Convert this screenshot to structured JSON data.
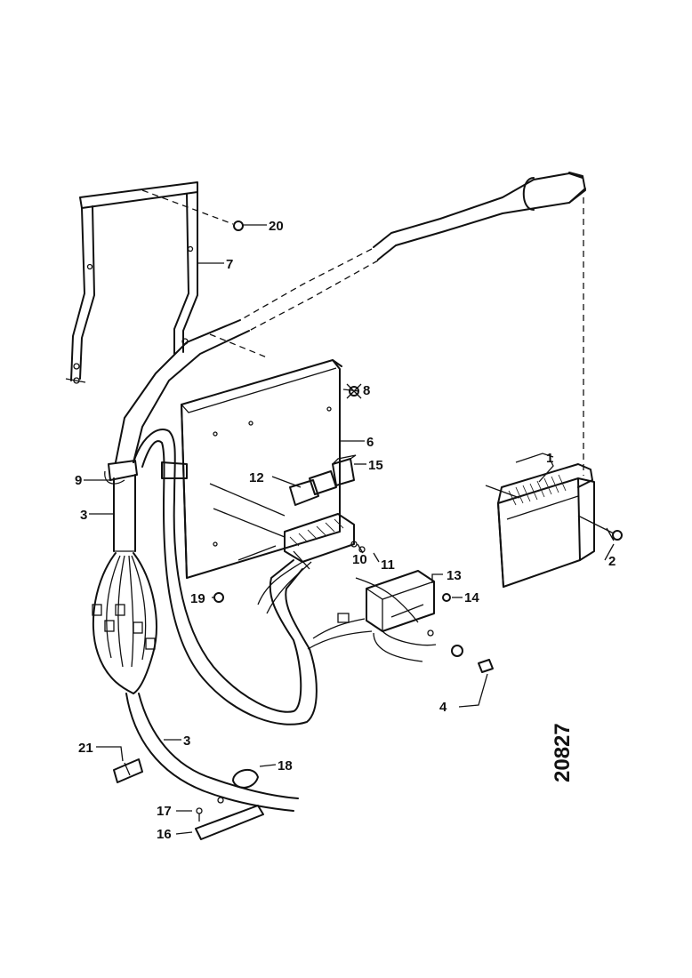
{
  "diagram": {
    "reference_number": "20827",
    "callouts": [
      {
        "id": "c1",
        "label": "1"
      },
      {
        "id": "c2",
        "label": "2"
      },
      {
        "id": "c3a",
        "label": "3"
      },
      {
        "id": "c3b",
        "label": "3"
      },
      {
        "id": "c4",
        "label": "4"
      },
      {
        "id": "c6",
        "label": "6"
      },
      {
        "id": "c7",
        "label": "7"
      },
      {
        "id": "c8",
        "label": "8"
      },
      {
        "id": "c9",
        "label": "9"
      },
      {
        "id": "c10",
        "label": "10"
      },
      {
        "id": "c11",
        "label": "11"
      },
      {
        "id": "c12",
        "label": "12"
      },
      {
        "id": "c13",
        "label": "13"
      },
      {
        "id": "c14",
        "label": "14"
      },
      {
        "id": "c15",
        "label": "15"
      },
      {
        "id": "c16",
        "label": "16"
      },
      {
        "id": "c17",
        "label": "17"
      },
      {
        "id": "c18",
        "label": "18"
      },
      {
        "id": "c19",
        "label": "19"
      },
      {
        "id": "c20",
        "label": "20"
      },
      {
        "id": "c21",
        "label": "21"
      }
    ]
  }
}
